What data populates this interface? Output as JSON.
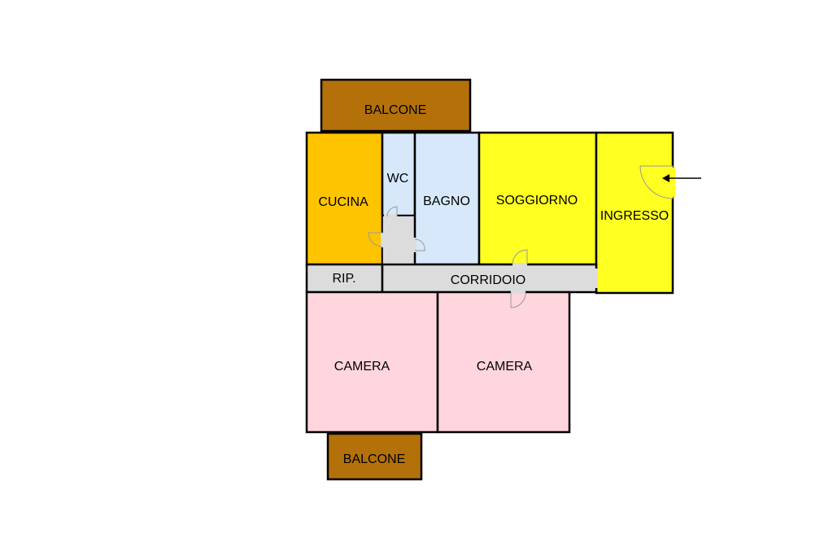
{
  "plan": {
    "colors": {
      "balcony": "#B4710A",
      "kitchen": "#FFC400",
      "bath": "#D6E8FA",
      "living": "#FFFF22",
      "corridor": "#DCDCDC",
      "bedroom": "#FFD6DE",
      "wall": "#000000"
    },
    "rooms": {
      "balcone_top": "BALCONE",
      "cucina": "CUCINA",
      "wc": "WC",
      "bagno": "BAGNO",
      "soggiorno": "SOGGIORNO",
      "ingresso": "INGRESSO",
      "ripostiglio": "RIP.",
      "corridoio": "CORRIDOIO",
      "camera_left": "CAMERA",
      "camera_right": "CAMERA",
      "balcone_bottom": "BALCONE"
    }
  }
}
